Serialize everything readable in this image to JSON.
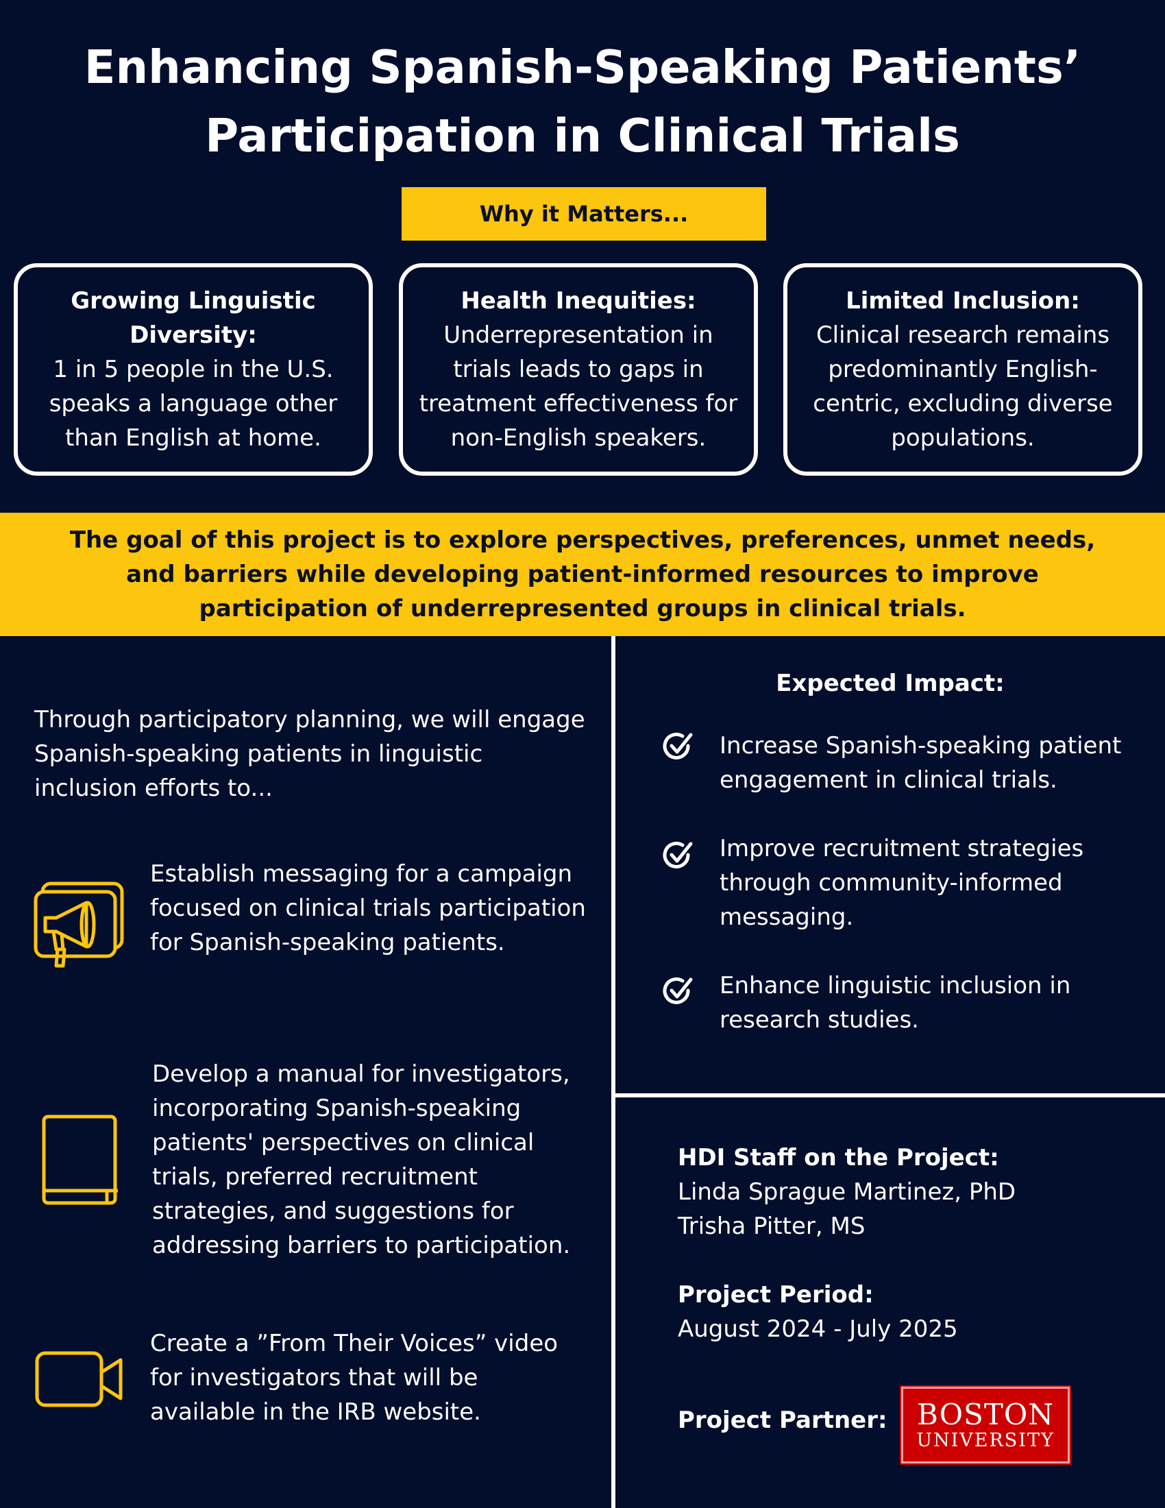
{
  "header": {
    "title": "Enhancing Spanish-Speaking Patients’\nParticipation in Clinical Trials",
    "why_label": "Why it Matters..."
  },
  "why_cards": [
    {
      "title": "Growing Linguistic Diversity:",
      "body": "1 in 5 people in the U.S. speaks a language other than English at home."
    },
    {
      "title": "Health Inequities:",
      "body": "Underrepresentation in trials leads to gaps in treatment effectiveness for non-English speakers."
    },
    {
      "title": "Limited Inclusion:",
      "body": "Clinical research remains predominantly English-centric, excluding diverse populations."
    }
  ],
  "goal": "The goal of this project is to explore perspectives, preferences, unmet needs, and barriers while developing patient-informed resources to improve participation of underrepresented groups in clinical trials.",
  "left": {
    "intro": "Through participatory planning, we will engage Spanish-speaking patients in linguistic inclusion efforts to...",
    "items": [
      {
        "icon": "megaphone-icon",
        "text": "Establish messaging for a campaign focused on clinical trials participation for Spanish-speaking patients."
      },
      {
        "icon": "book-icon",
        "text": "Develop a manual for investigators, incorporating Spanish-speaking patients' perspectives on clinical trials, preferred recruitment strategies, and suggestions for addressing barriers to participation."
      },
      {
        "icon": "video-camera-icon",
        "text": "Create a ”From Their Voices” video for investigators that will be available in the IRB website."
      }
    ]
  },
  "impact": {
    "heading": "Expected Impact:",
    "items": [
      "Increase Spanish-speaking patient engagement in clinical trials.",
      "Improve recruitment strategies through community-informed messaging.",
      "Enhance linguistic inclusion in research studies."
    ]
  },
  "info": {
    "staff_label": "HDI Staff on the Project:",
    "staff": [
      "Linda Sprague Martinez, PhD",
      "Trisha Pitter, MS"
    ],
    "period_label": "Project Period:",
    "period": "August 2024 - July 2025",
    "partner_label": "Project Partner:",
    "partner_logo_line1": "BOSTON",
    "partner_logo_line2": "UNIVERSITY"
  },
  "colors": {
    "background": "#030d2c",
    "accent_yellow": "#fcc50e",
    "partner_red": "#cc0000"
  }
}
